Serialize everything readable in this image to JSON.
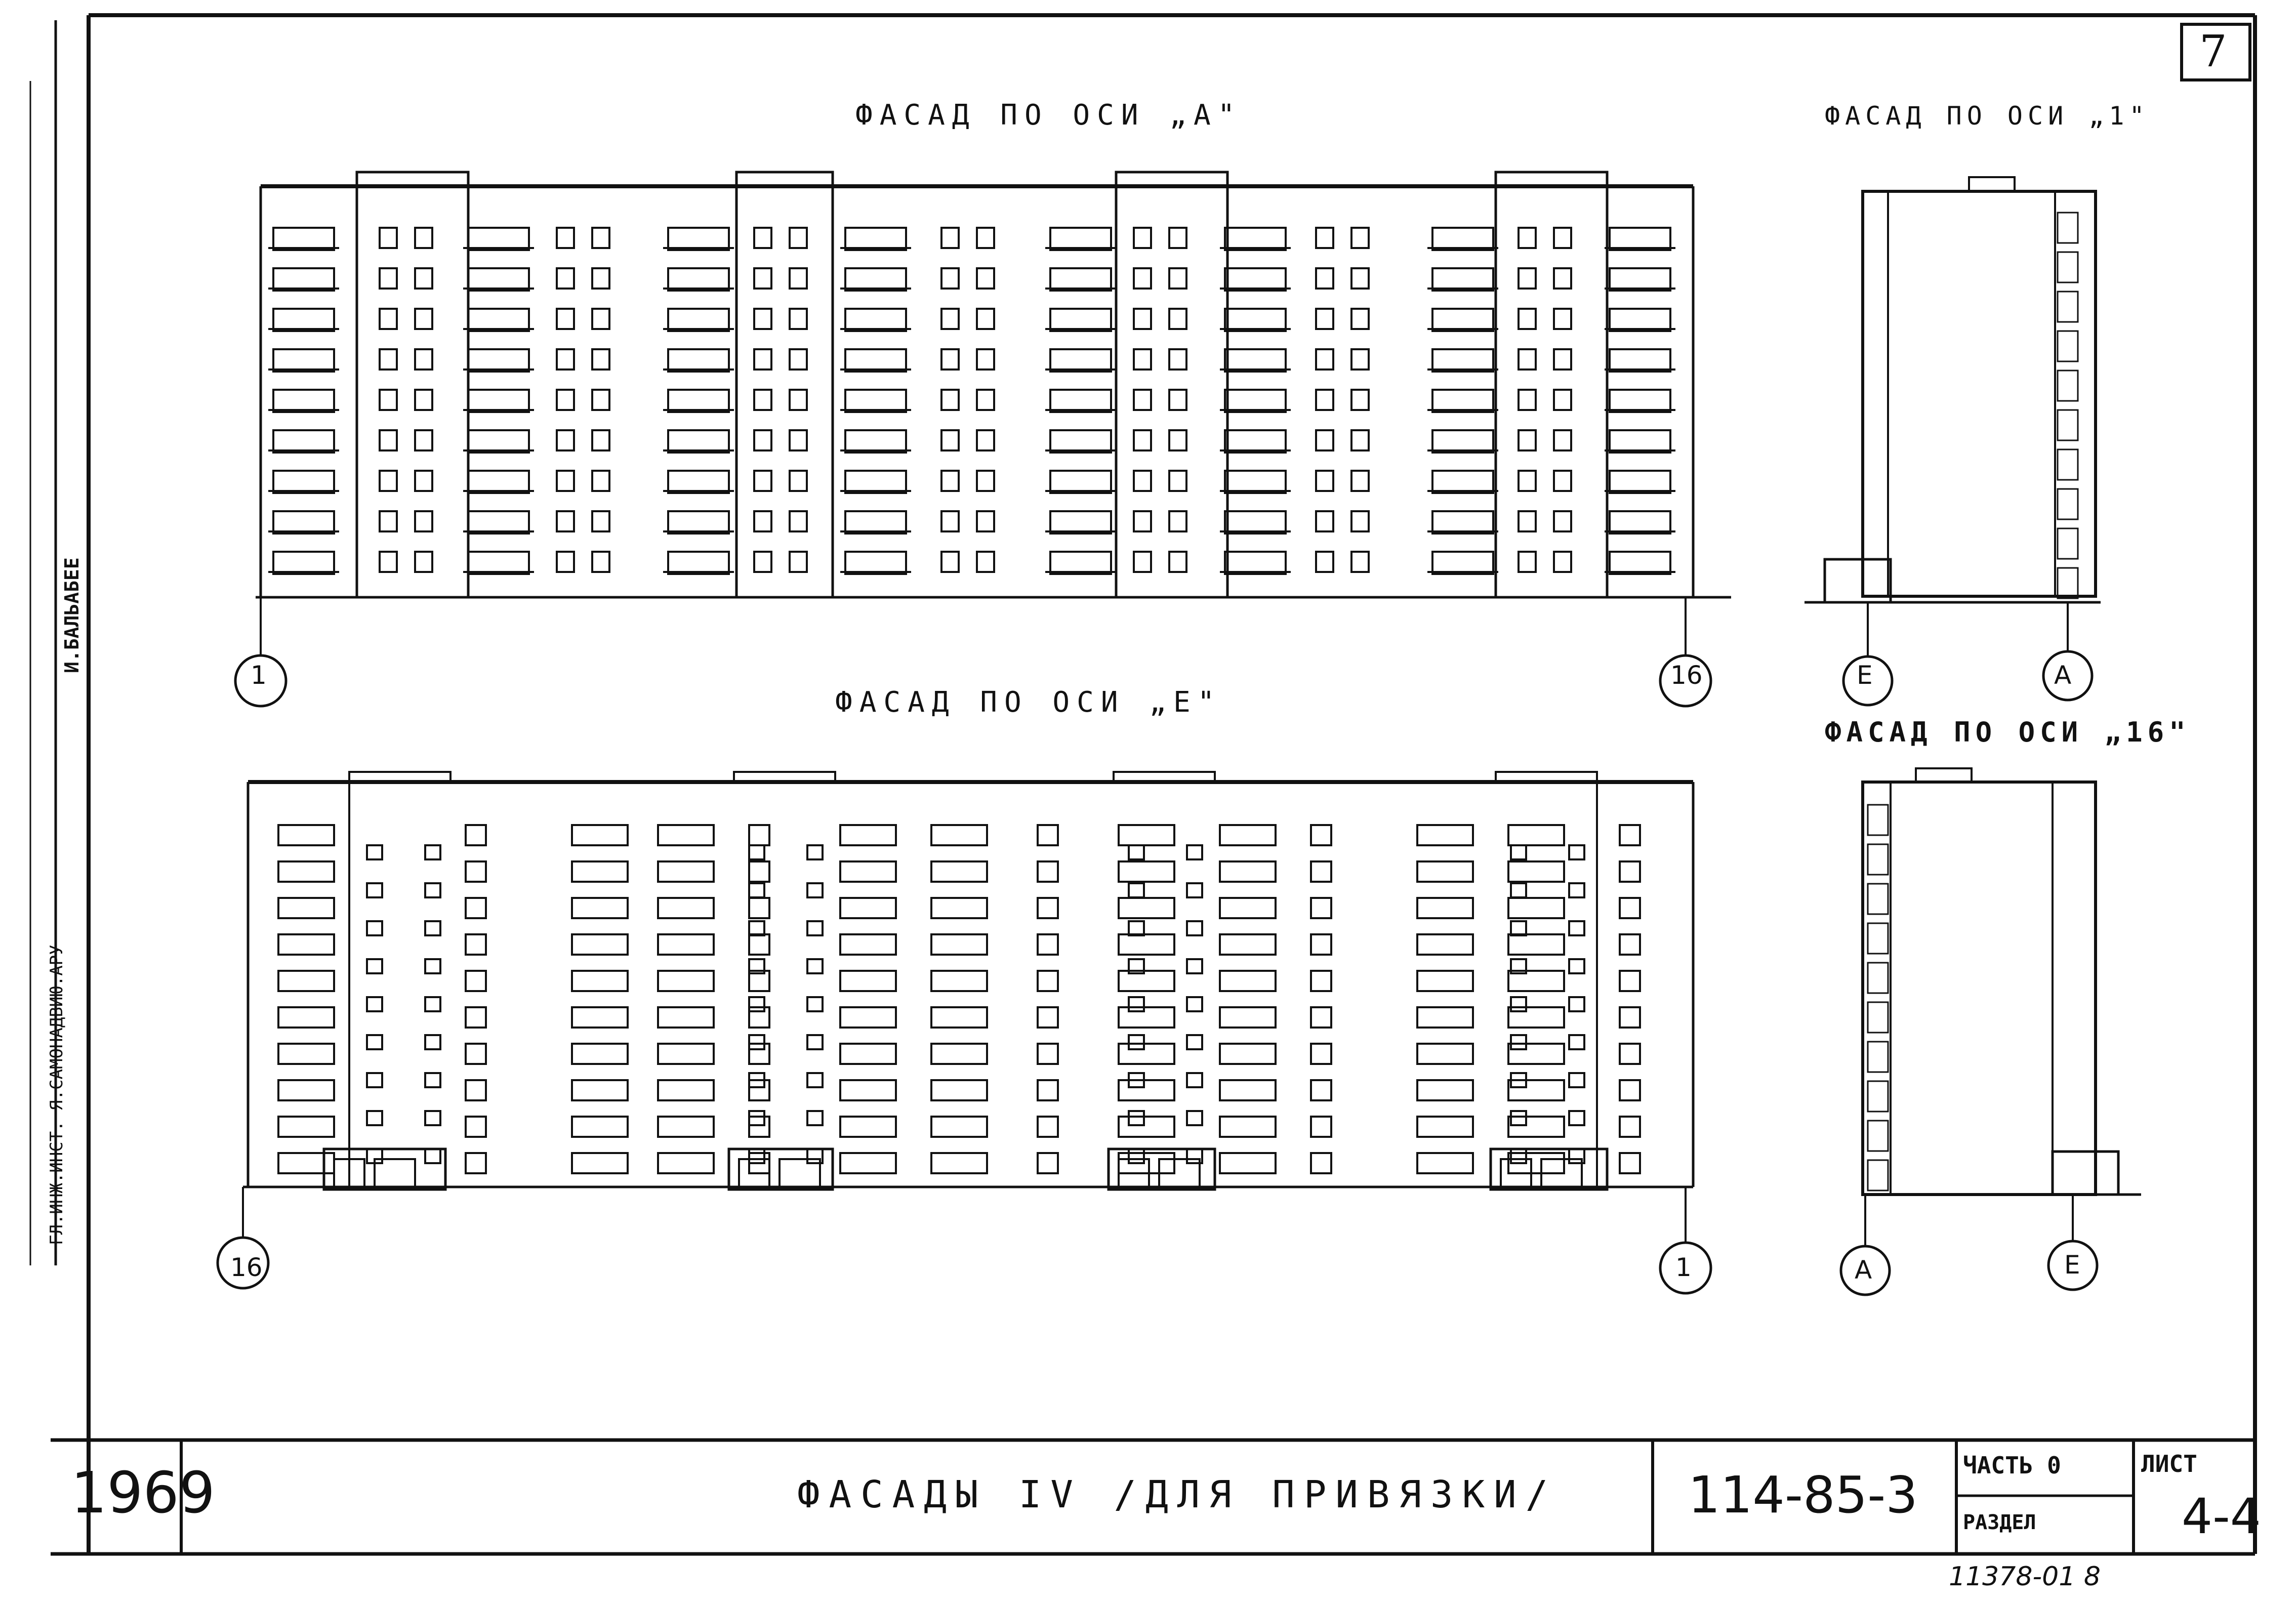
{
  "sheet_number": "7",
  "facade_a": {
    "title": "ФАСАД ПО ОСИ „А\"",
    "axis_left": "1",
    "axis_right": "16"
  },
  "facade_e": {
    "title": "ФАСАД ПО ОСИ „Е\"",
    "axis_left": "16",
    "axis_right": "1"
  },
  "facade_1": {
    "title": "ФАСАД ПО ОСИ „1\"",
    "axis_left": "Е",
    "axis_right": "А"
  },
  "facade_16": {
    "title": "ФАСАД ПО ОСИ „16\"",
    "axis_left": "А",
    "axis_right": "Е"
  },
  "title_block": {
    "year": "1969",
    "drawing_title": "ФАСАДЫ IV /ДЛЯ ПРИВЯЗКИ/",
    "project_code": "114-85-3",
    "part": "ЧАСТЬ 0",
    "section": "РАЗДЕЛ",
    "sheet_label": "ЛИСТ",
    "sheet_value": "4-4"
  },
  "bottom_note": "11378-01   8",
  "side_stamp": {
    "line1": "И.БАЛЬАБЕЕ",
    "line2": "ГЛ.ИНЖ.ИНСТ.   Я.САМОНАДВИЮ.АРУ"
  },
  "colors": {
    "ink": "#111111",
    "paper": "#ffffff"
  }
}
